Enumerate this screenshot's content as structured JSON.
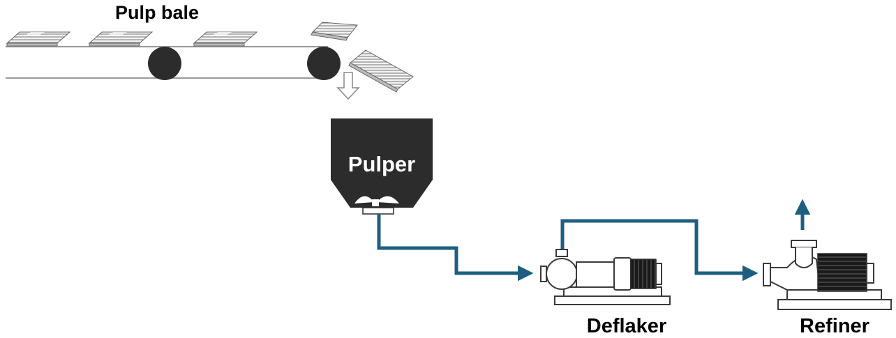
{
  "labels": {
    "pulp_bale": "Pulp bale",
    "pulper": "Pulper",
    "deflaker": "Deflaker",
    "refiner": "Refiner"
  },
  "colors": {
    "flow_line": "#1d5f80",
    "dark_fill": "#2c2c2c",
    "machine_outline": "#3a3a3a",
    "conveyor_line": "#999999"
  },
  "icons": [
    "pulp-bale-icon",
    "conveyor-roller-icon",
    "down-arrow-icon",
    "pulper-impeller-icon",
    "pump-motor-icon"
  ]
}
